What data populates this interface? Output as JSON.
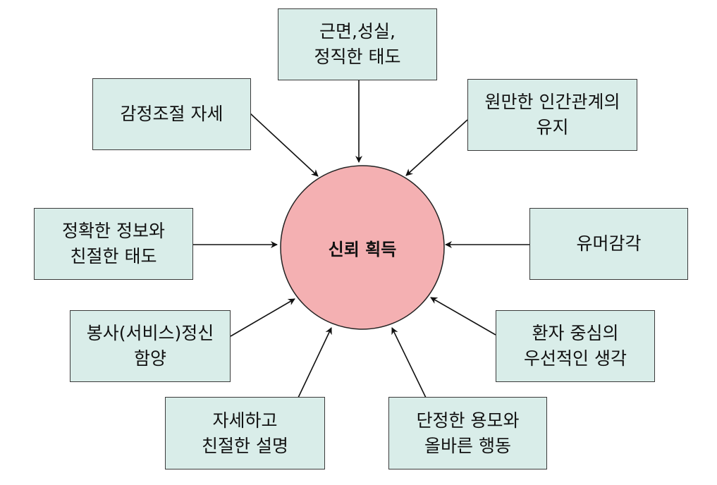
{
  "center": {
    "label": "신뢰 획득",
    "fill": "#f4b0b2"
  },
  "box_fill": "#d9ede9",
  "boxes": [
    {
      "id": "top",
      "lines": [
        "근면,성실,",
        "정직한 태도"
      ]
    },
    {
      "id": "top-left",
      "lines": [
        "감정조절 자세"
      ]
    },
    {
      "id": "top-right",
      "lines": [
        "원만한 인간관계의",
        "유지"
      ]
    },
    {
      "id": "left",
      "lines": [
        "정확한 정보와",
        "친절한 태도"
      ]
    },
    {
      "id": "right",
      "lines": [
        "유머감각"
      ]
    },
    {
      "id": "lower-left",
      "lines": [
        "봉사(서비스)정신",
        "함양"
      ]
    },
    {
      "id": "lower-right",
      "lines": [
        "환자 중심의",
        "우선적인 생각"
      ]
    },
    {
      "id": "bottom-left",
      "lines": [
        "자세하고",
        "친절한 설명"
      ]
    },
    {
      "id": "bottom-right",
      "lines": [
        "단정한 용모와",
        "올바른 행동"
      ]
    }
  ]
}
